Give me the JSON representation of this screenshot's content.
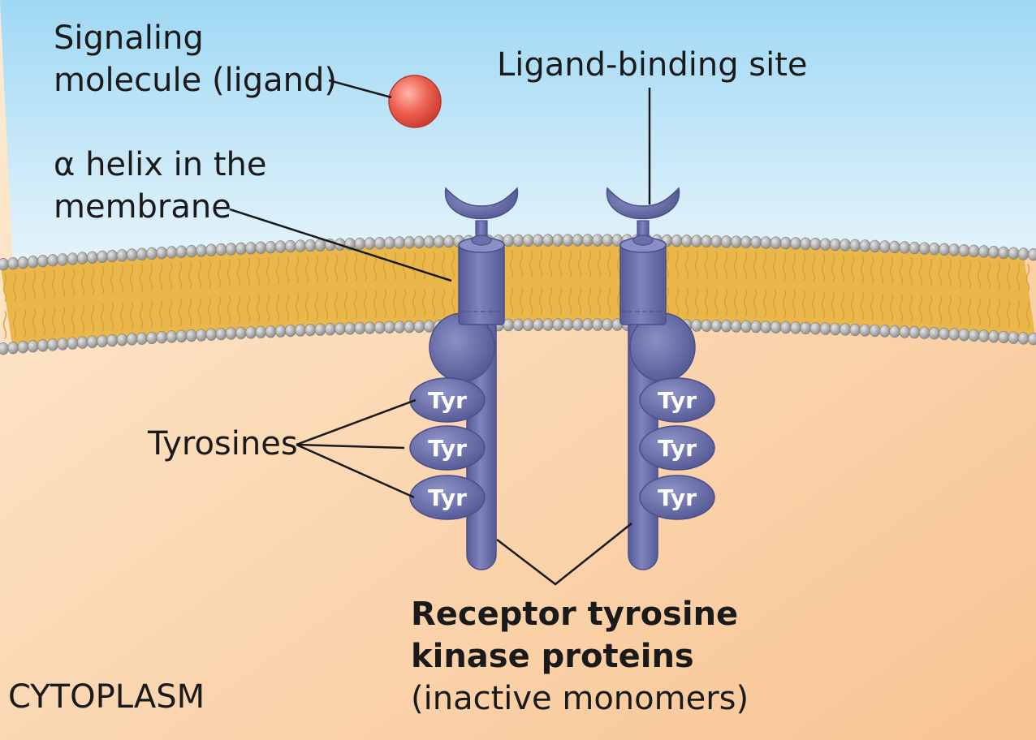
{
  "labels": {
    "signaling_line1": "Signaling",
    "signaling_line2": "molecule (ligand)",
    "binding_site": "Ligand-binding site",
    "helix_line1": "α helix in the",
    "helix_line2": "membrane",
    "tyrosines": "Tyrosines",
    "receptor_line1": "Receptor tyrosine",
    "receptor_line2": "kinase proteins",
    "receptor_line3": "(inactive monomers)",
    "cytoplasm": "CYTOPLASM"
  },
  "tyr_label": "Tyr",
  "colors": {
    "sky_top": "#9fd8f4",
    "sky_bottom": "#e4f3fb",
    "cytoplasm_top": "#fde8cc",
    "cytoplasm_bottom": "#f9c89a",
    "lipid_head": "#a4a4a4",
    "lipid_tail": "#eab84a",
    "protein": "#6b70ab",
    "protein_dark": "#4a4f8a",
    "protein_light": "#8a8fc5",
    "ligand": "#e8574a"
  }
}
